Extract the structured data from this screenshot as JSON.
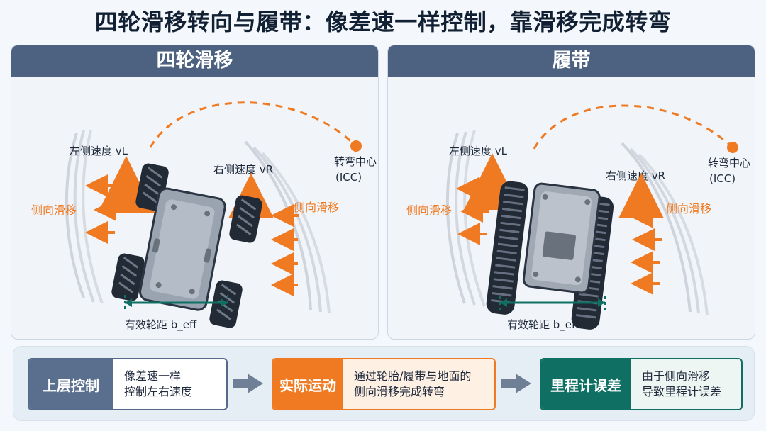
{
  "title": "四轮滑移转向与履带：像差速一样控制，靠滑移完成转弯",
  "colors": {
    "header": "#4d6281",
    "accent_orange": "#f07a22",
    "accent_green": "#0f6f62",
    "track_gray": "#b5bcc6",
    "body_gray": "#8f99a6"
  },
  "left_panel": {
    "header": "四轮滑移",
    "left_speed": "左侧速度 vL",
    "right_speed": "右侧速度 vR",
    "icc_line1": "转弯中心",
    "icc_line2": "(ICC)",
    "side_slip_left": "侧向滑移",
    "side_slip_right": "侧向滑移",
    "wheelbase": "有效轮距 b_eff"
  },
  "right_panel": {
    "header": "履带",
    "left_speed": "左侧速度 vL",
    "right_speed": "右侧速度 vR",
    "icc_line1": "转弯中心",
    "icc_line2": "(ICC)",
    "side_slip_left": "侧向滑移",
    "side_slip_right": "侧向滑移",
    "wheelbase": "有效轮距 b_eff"
  },
  "flow": [
    {
      "label": "上层控制",
      "line1": "像差速一样",
      "line2": "控制左右速度"
    },
    {
      "label": "实际运动",
      "line1": "通过轮胎/履带与地面的",
      "line2": "侧向滑移完成转弯"
    },
    {
      "label": "里程计误差",
      "line1": "由于侧向滑移",
      "line2": "导致里程计误差"
    }
  ]
}
